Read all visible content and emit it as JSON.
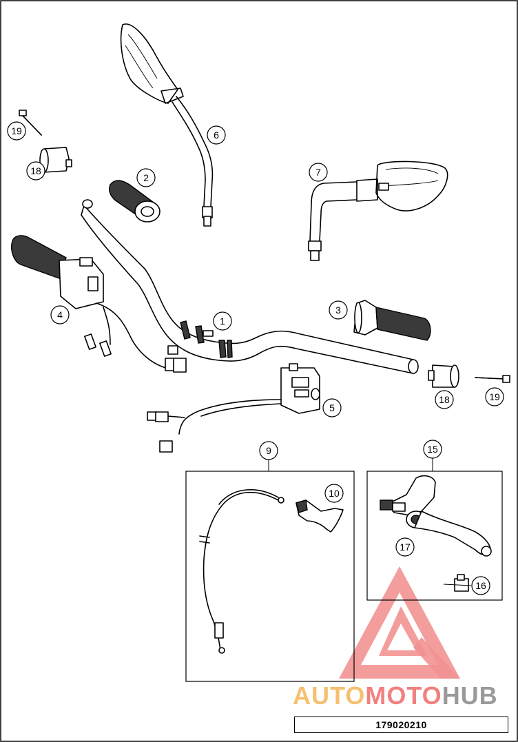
{
  "diagram": {
    "drawing_number": "179020210",
    "callouts": [
      {
        "id": "callout-1",
        "label": "1"
      },
      {
        "id": "callout-2",
        "label": "2"
      },
      {
        "id": "callout-3",
        "label": "3"
      },
      {
        "id": "callout-4",
        "label": "4"
      },
      {
        "id": "callout-5",
        "label": "5"
      },
      {
        "id": "callout-6",
        "label": "6"
      },
      {
        "id": "callout-7",
        "label": "7"
      },
      {
        "id": "callout-9",
        "label": "9"
      },
      {
        "id": "callout-10",
        "label": "10"
      },
      {
        "id": "callout-15",
        "label": "15"
      },
      {
        "id": "callout-16",
        "label": "16"
      },
      {
        "id": "callout-17",
        "label": "17"
      },
      {
        "id": "callout-18-left",
        "label": "18"
      },
      {
        "id": "callout-18-right",
        "label": "18"
      },
      {
        "id": "callout-19-left",
        "label": "19"
      },
      {
        "id": "callout-19-right",
        "label": "19"
      }
    ]
  },
  "watermark": {
    "part_auto": "AUTO",
    "part_moto": "MOTO",
    "part_hub": "HUB",
    "colors": {
      "auto": "#f5c070",
      "moto": "#f28080",
      "hub": "#9a9a9a",
      "logo": "#f08080"
    }
  }
}
